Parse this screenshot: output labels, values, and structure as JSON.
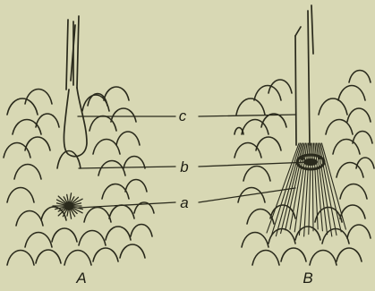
{
  "figure": {
    "panel_labels": {
      "left": "A",
      "right": "B"
    },
    "callouts": {
      "c": "c",
      "b": "b",
      "a": "a"
    }
  }
}
